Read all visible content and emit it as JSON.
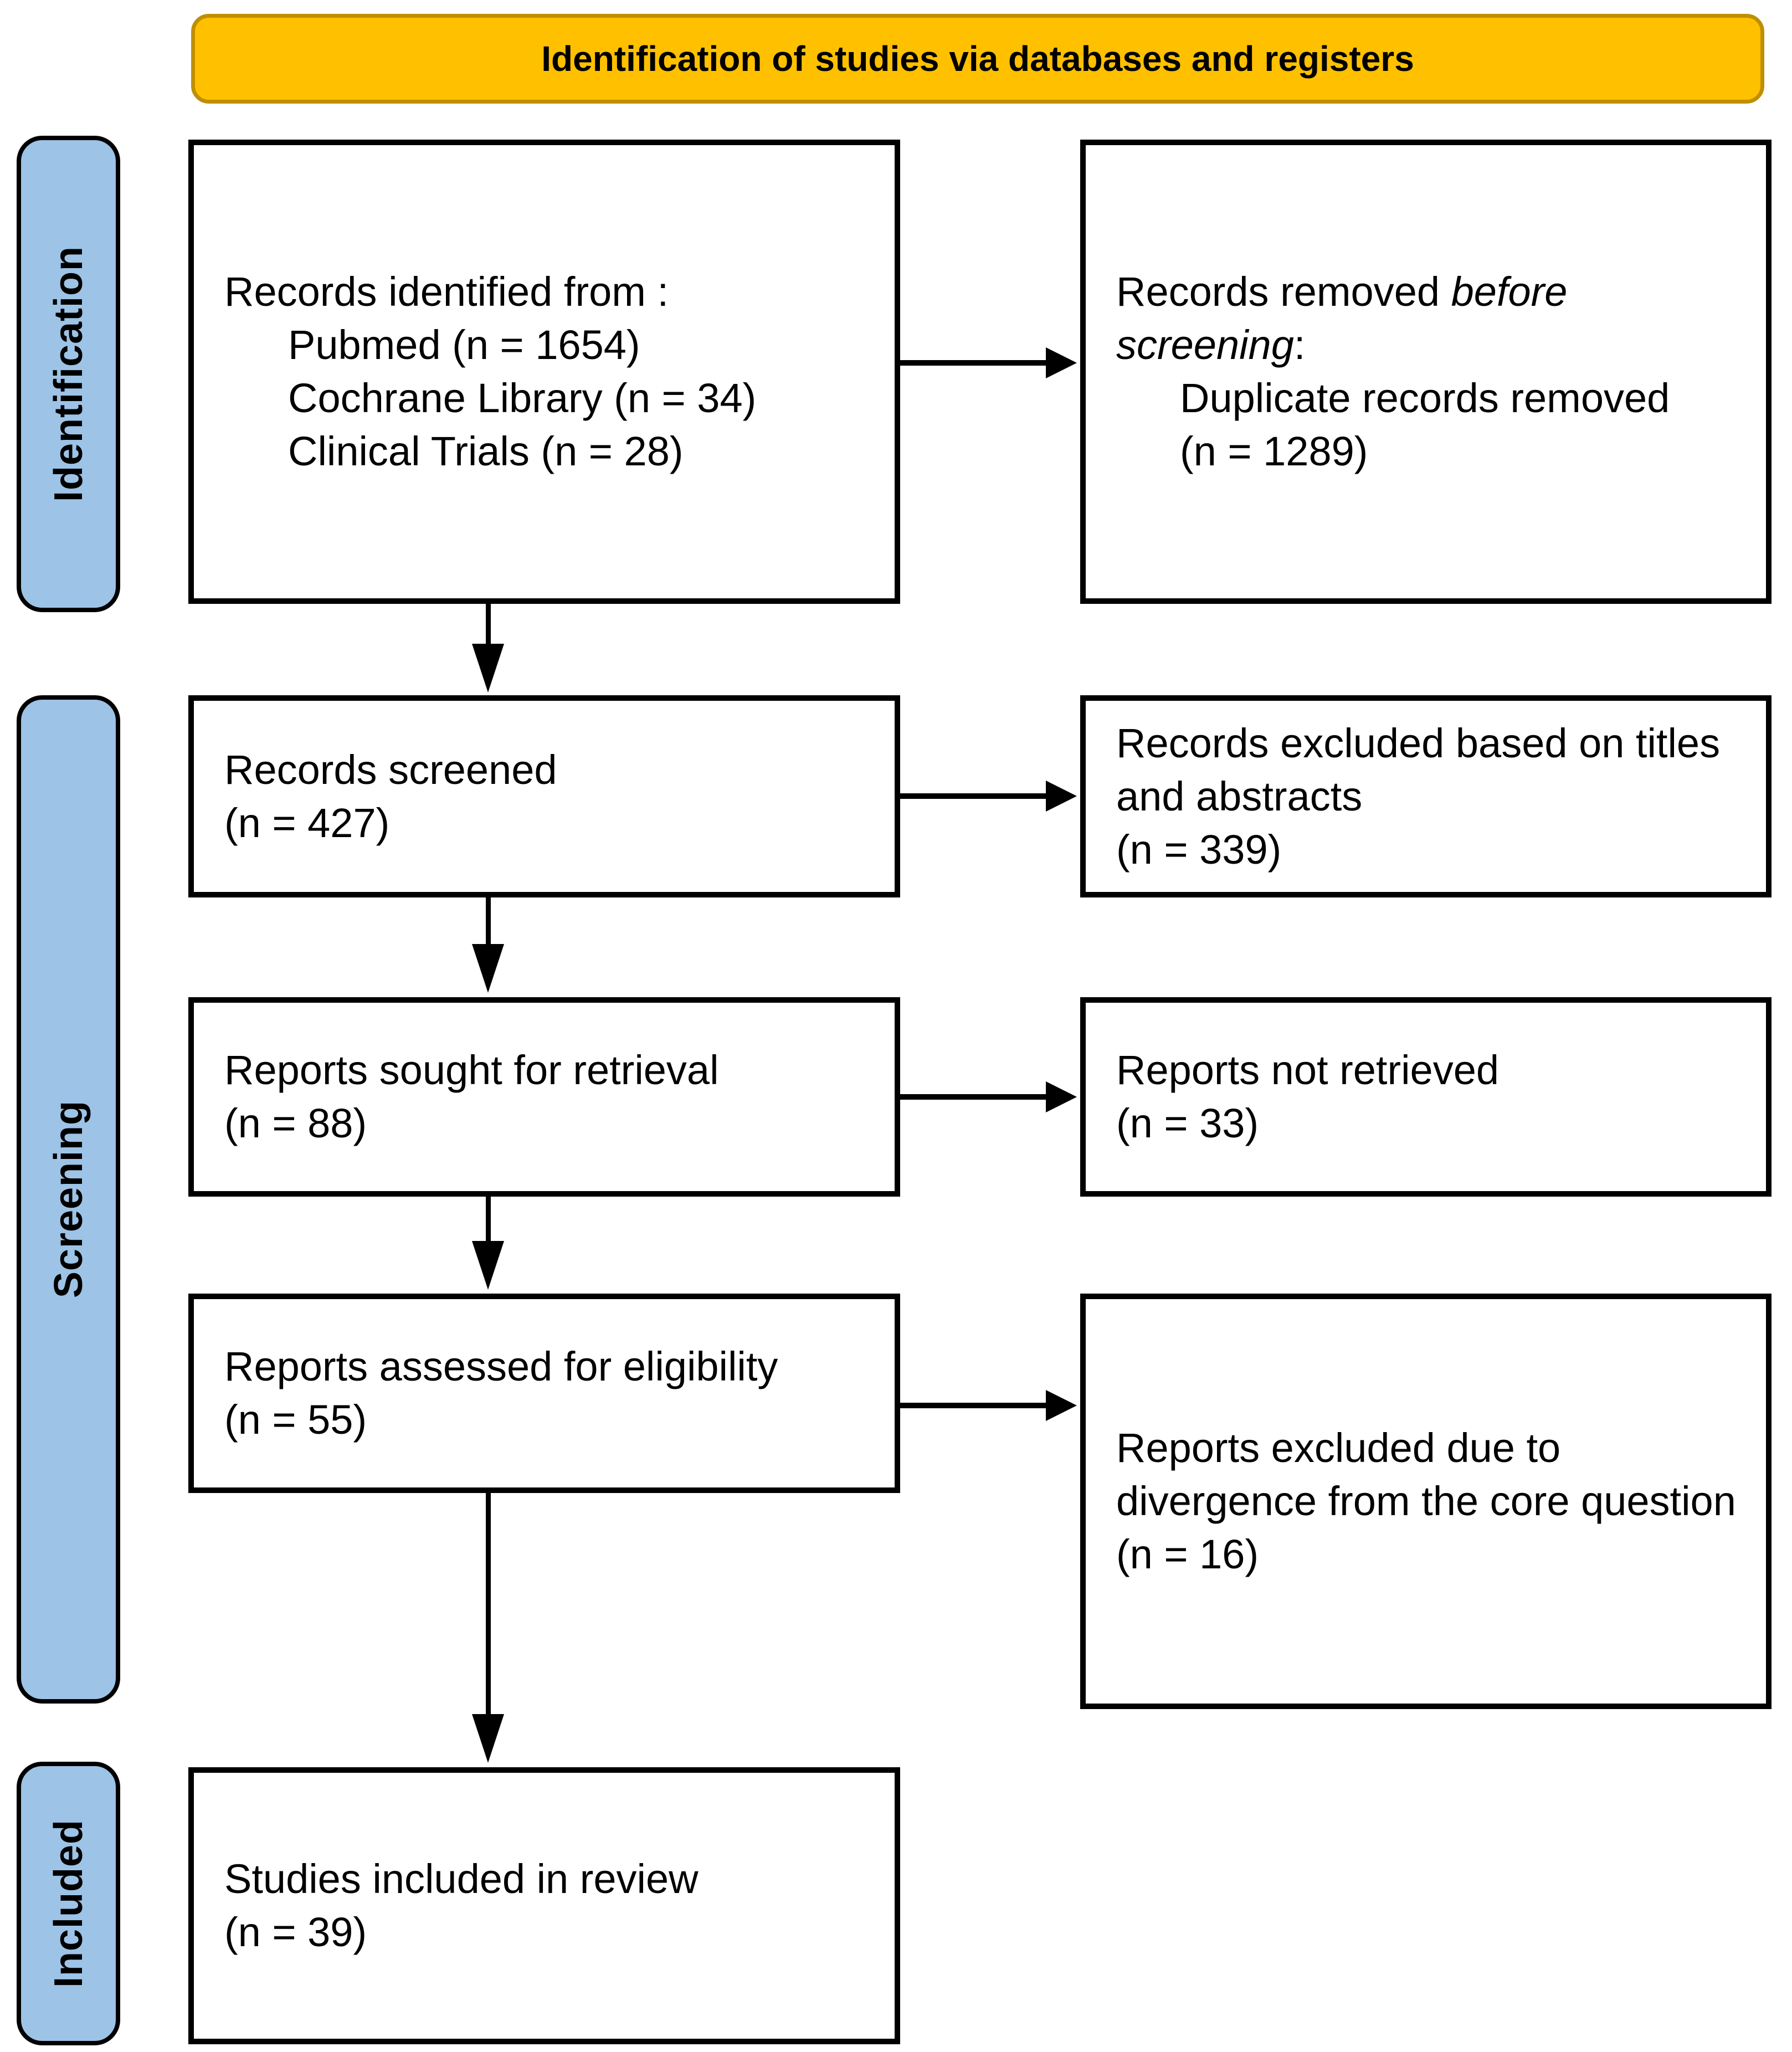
{
  "header": {
    "title": "Identification of studies via databases and registers"
  },
  "stages": [
    {
      "label": "Identification"
    },
    {
      "label": "Screening"
    },
    {
      "label": "Included"
    }
  ],
  "boxes": {
    "identified": {
      "intro": "Records identified from :",
      "items": [
        "Pubmed (n = 1654)",
        "Cochrane Library (n = 34)",
        "Clinical Trials (n = 28)"
      ]
    },
    "removed": {
      "pre": "Records removed ",
      "italic": "before screening",
      "post": ":",
      "items": [
        "Duplicate records removed",
        "(n = 1289)"
      ]
    },
    "screened": {
      "lines": [
        "Records screened",
        "(n = 427)"
      ]
    },
    "excluded_titles": {
      "lines": [
        "Records excluded based on titles and abstracts",
        "(n = 339)"
      ]
    },
    "sought": {
      "lines": [
        "Reports sought for retrieval",
        "(n = 88)"
      ]
    },
    "not_retrieved": {
      "lines": [
        "Reports not retrieved",
        "(n = 33)"
      ]
    },
    "assessed": {
      "lines": [
        "Reports assessed for eligibility",
        "(n = 55)"
      ]
    },
    "excluded_divergence": {
      "lines": [
        "Reports excluded due to divergence from the core question (n = 16)"
      ]
    },
    "included_review": {
      "lines": [
        "Studies included in review",
        "(n = 39)"
      ]
    }
  },
  "colors": {
    "banner_bg": "#FFC000",
    "banner_border": "#BF8F00",
    "stage_bg": "#9DC3E6",
    "stage_border": "#000000",
    "box_border": "#000000",
    "text": "#000000"
  }
}
